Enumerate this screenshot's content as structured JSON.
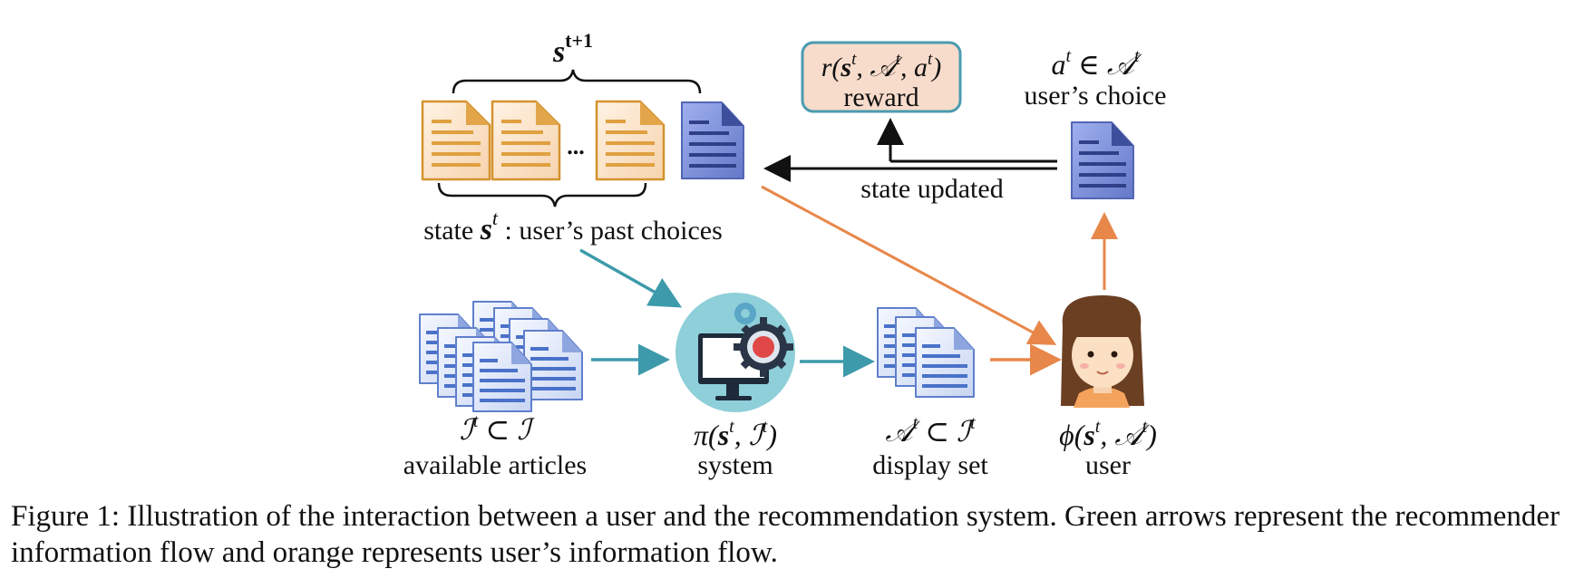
{
  "labels": {
    "next_state": {
      "base": "s",
      "sup": "t+1"
    },
    "reward_formula": {
      "r": "r(",
      "s": "s",
      "sup1": "t",
      "sep1": ", ",
      "A": "𝒜",
      "sup2": "t",
      "sep2": ", ",
      "a": "a",
      "sup3": "t",
      "close": ")"
    },
    "reward_word": "reward",
    "choice_formula": {
      "a": "a",
      "sup1": "t",
      "in": " ∈ ",
      "A": "𝒜",
      "sup2": "t"
    },
    "choice_word": "user’s choice",
    "state_updated": "state updated",
    "state_label": {
      "pre": "state ",
      "s": "s",
      "sup": "t",
      "post": " : user’s past choices"
    },
    "ellipsis": "...",
    "available_formula": {
      "I": "ℐ",
      "sup": "t",
      "sub": " ⊂ ",
      "I2": "ℐ"
    },
    "available_word": "available articles",
    "system_formula": {
      "pi": "π(",
      "s": "s",
      "sup1": "t",
      "sep": ", ",
      "I": "ℐ",
      "sup2": "t",
      "close": ")"
    },
    "system_word": "system",
    "display_formula": {
      "A": "𝒜",
      "sup1": "t",
      "sub": " ⊂ ",
      "I": "ℐ",
      "sup2": "t"
    },
    "display_word": "display set",
    "user_formula": {
      "phi": "ϕ(",
      "s": "s",
      "sup1": "t",
      "sep": ", ",
      "A": "𝒜",
      "sup2": "t",
      "close": ")"
    },
    "user_word": "user"
  },
  "caption": "Figure 1: Illustration of the interaction between a user and the recommendation system. Green arrows represent the recommender information flow and orange represents user’s information flow.",
  "colors": {
    "orange_doc": "#e0a040",
    "blue_doc": "#6a7fd0",
    "teal_arrow": "#3d9aab",
    "orange_arrow": "#e8874a",
    "reward_box_fill": "#f8dccb",
    "reward_box_stroke": "#4a9bb0"
  }
}
